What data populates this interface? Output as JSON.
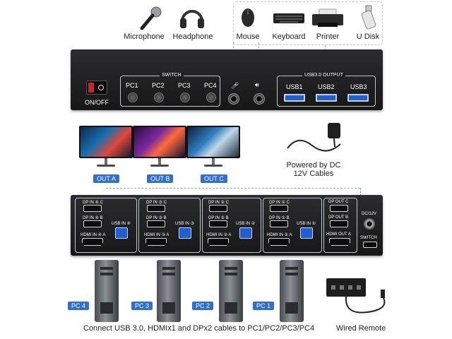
{
  "peripherals": {
    "microphone": "Microphone",
    "headphone": "Headphone",
    "mouse": "Mouse",
    "keyboard": "Keyboard",
    "printer": "Printer",
    "udisk": "U Disk"
  },
  "front_panel": {
    "onoff": "ON/OFF",
    "switch_title": "SWITCH",
    "switch_buttons": [
      "PC1",
      "PC2",
      "PC3",
      "PC4"
    ],
    "usb_title": "USB3.0 OUTPUT",
    "usb_ports": [
      "USB1",
      "USB2",
      "USB3"
    ]
  },
  "monitors": [
    "OUT A",
    "OUT B",
    "OUT C"
  ],
  "power_text": "Powered by DC 12V Cables",
  "back_panel": {
    "pc_groups": [
      {
        "dp_c": "DP IN ④ C",
        "dp_b": "DP IN ④ B",
        "hdmi": "HDMI IN ④ A",
        "usb": "USB IN ④"
      },
      {
        "dp_c": "DP IN ③ C",
        "dp_b": "DP IN ③ B",
        "hdmi": "HDMI IN ③ A",
        "usb": "USB IN ③"
      },
      {
        "dp_c": "DP IN ② C",
        "dp_b": "DP IN ② B",
        "hdmi": "HDMI IN ② A",
        "usb": "USB IN ②"
      },
      {
        "dp_c": "DP IN ① C",
        "dp_b": "DP IN ① B",
        "hdmi": "HDMI IN ① A",
        "usb": "USB IN ①"
      }
    ],
    "out": {
      "dp_c": "DP OUT C",
      "dp_b": "DP OUT B",
      "hdmi": "HDMI OUT A"
    },
    "dc": "DC/12V",
    "switch": "SWITCH"
  },
  "pcs": [
    "PC 4",
    "PC 3",
    "PC 2",
    "PC 1"
  ],
  "caption": "Connect USB 3.0, HDMIx1 and DPx2 cables to PC1/PC2/PC3/PC4",
  "remote_label": "Wired Remote",
  "colors": {
    "accent": "#2f6fd1",
    "usb_blue": "#1e5fd6",
    "device": "#1c1c1e"
  }
}
